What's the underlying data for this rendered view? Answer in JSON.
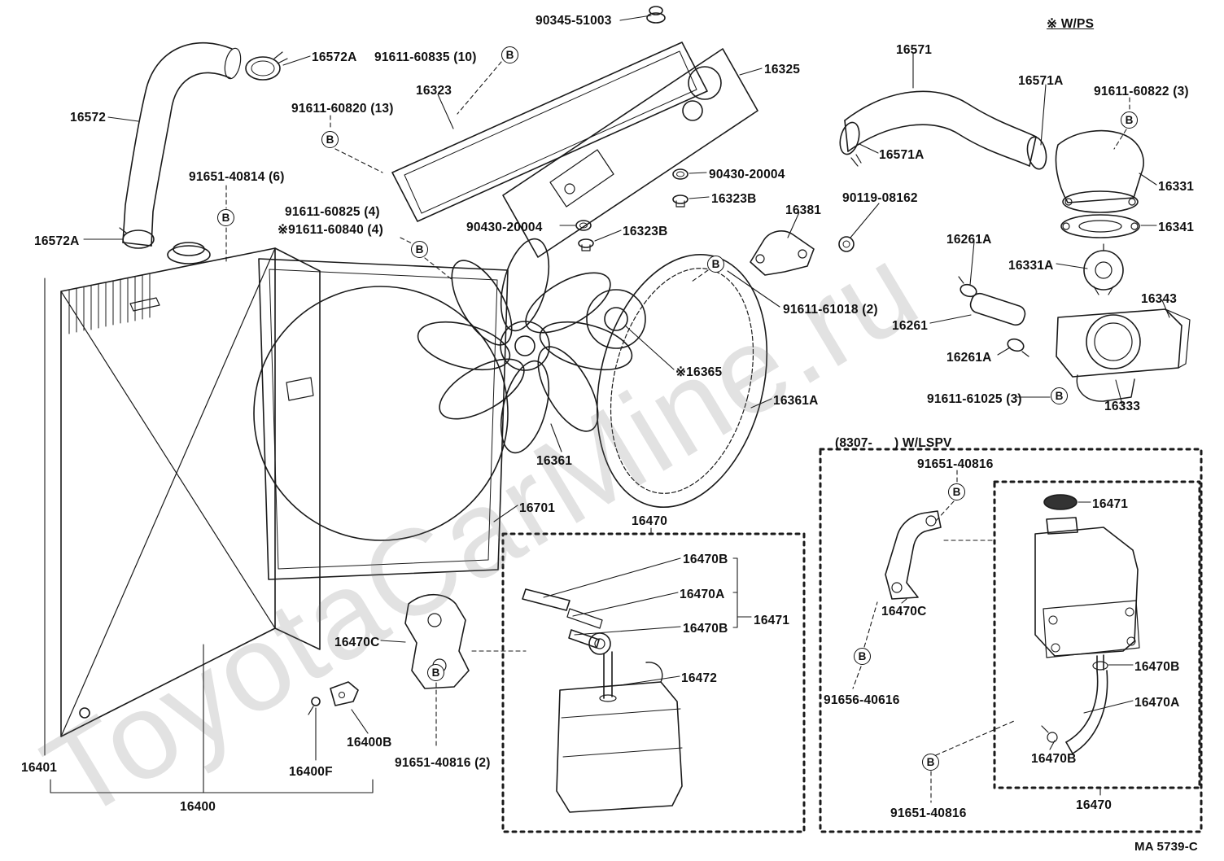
{
  "watermark": "ToyotaCarMine.ru",
  "marker_symbol": "B",
  "labels": [
    "90345-51003",
    "16572A",
    "91611-60835 (10)",
    "16323",
    "16325",
    "16571",
    "※ W/PS",
    "16571A",
    "91611-60822 (3)",
    "16572",
    "91611-60820 (13)",
    "16571A",
    "16331",
    "90430-20004",
    "16323B",
    "90119-08162",
    "16341",
    "91651-40814 (6)",
    "16381",
    "16261A",
    "16331A",
    "91611-60825 (4)",
    "※91611-60840 (4)",
    "90430-20004",
    "16323B",
    "16343",
    "16572A",
    "91611-61018 (2)",
    "16261",
    "16261A",
    "※16365",
    "91611-61025 (3)",
    "16333",
    "16361A",
    "16361",
    "(8307-      ) W/LSPV",
    "91651-40816",
    "16471",
    "16701",
    "16470",
    "16470B",
    "16470A",
    "16470B",
    "16471",
    "16470C",
    "16470C",
    "16472",
    "91656-40616",
    "16470B",
    "16470A",
    "16400B",
    "16400F",
    "91651-40816 (2)",
    "16470B",
    "16401",
    "16400",
    "91651-40816",
    "16470",
    "MA 5739-C"
  ]
}
